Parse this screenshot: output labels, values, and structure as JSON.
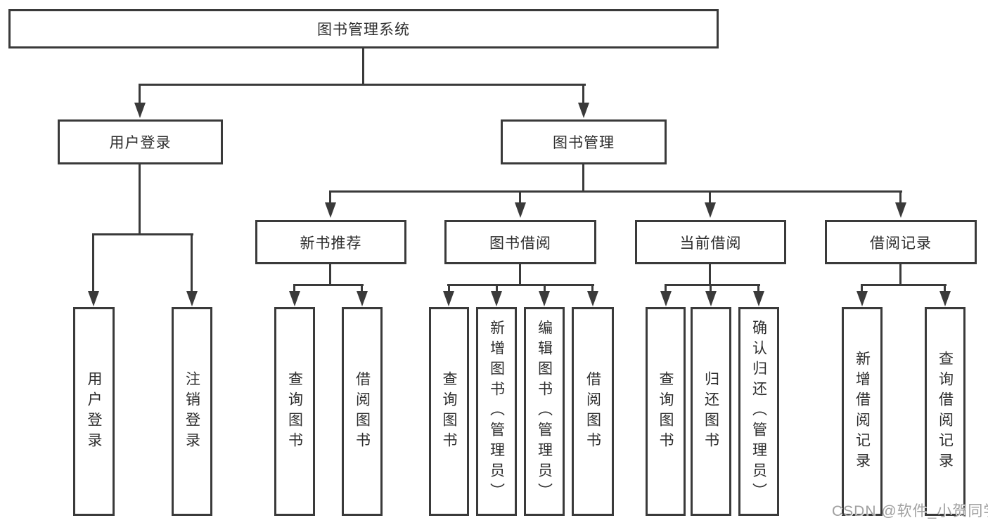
{
  "colors": {
    "line": "#3a3a3a",
    "text": "#2e2e2e",
    "watermark": "#a0a0a0",
    "background": "#ffffff"
  },
  "tree": {
    "label": "图书管理系统",
    "children": [
      {
        "label": "用户登录",
        "children": [
          {
            "label": "用户登录"
          },
          {
            "label": "注销登录"
          }
        ]
      },
      {
        "label": "图书管理",
        "children": [
          {
            "label": "新书推荐",
            "children": [
              {
                "label": "查询图书"
              },
              {
                "label": "借阅图书"
              }
            ]
          },
          {
            "label": "图书借阅",
            "children": [
              {
                "label": "查询图书"
              },
              {
                "label": "新增图书（管理员）"
              },
              {
                "label": "编辑图书（管理员）"
              },
              {
                "label": "借阅图书"
              }
            ]
          },
          {
            "label": "当前借阅",
            "children": [
              {
                "label": "查询图书"
              },
              {
                "label": "归还图书"
              },
              {
                "label": "确认归还（管理员）"
              }
            ]
          },
          {
            "label": "借阅记录",
            "children": [
              {
                "label": "新增借阅记录"
              },
              {
                "label": "查询借阅记录"
              }
            ]
          }
        ]
      }
    ]
  },
  "watermark": {
    "text": "CSDN @软件_小贺同学"
  }
}
